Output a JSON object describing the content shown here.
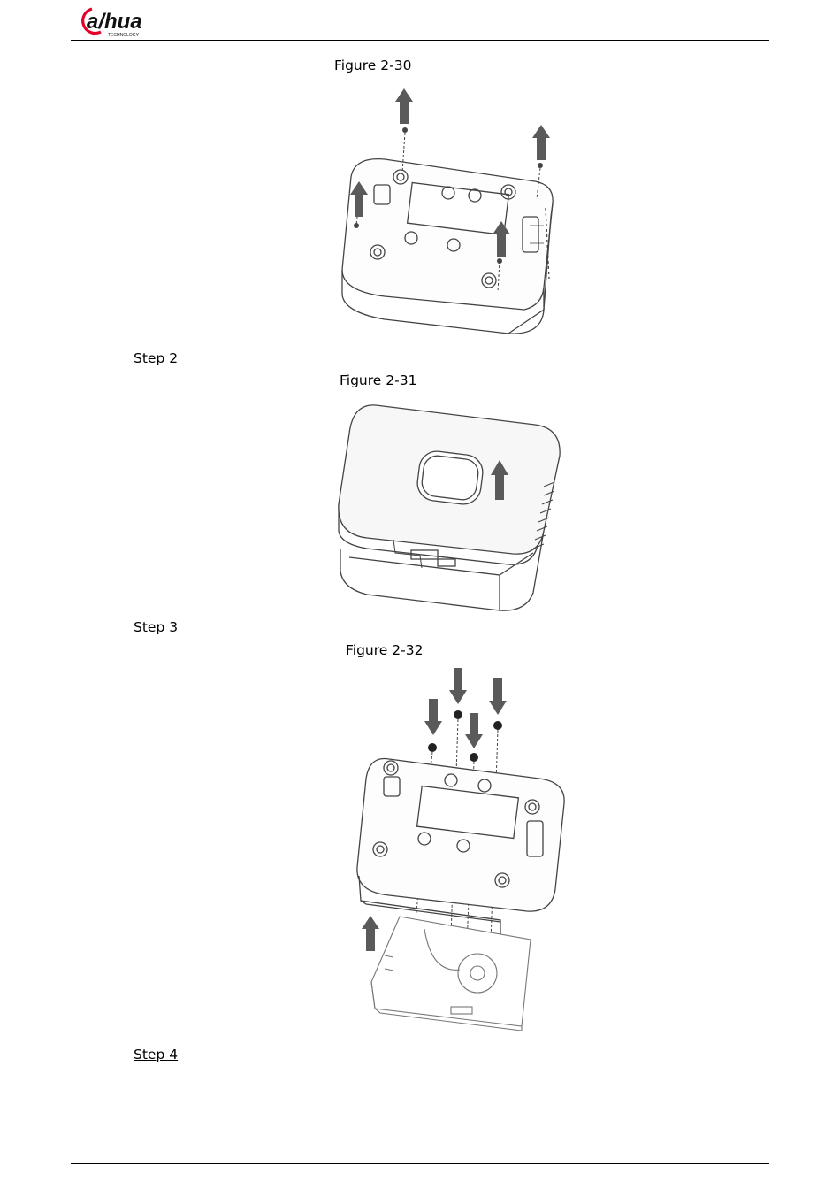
{
  "header": {
    "logo_text": "a/hua",
    "logo_tagline": "TECHNOLOGY"
  },
  "figures": [
    {
      "caption": "Figure 2-30"
    },
    {
      "caption": "Figure 2-31"
    },
    {
      "caption": "Figure 2-32"
    }
  ],
  "steps": [
    "Step 2",
    "Step 3",
    "Step 4"
  ],
  "colors": {
    "brand_red": "#e4002b",
    "arrow": "#5a5a5a",
    "line": "#444444"
  }
}
